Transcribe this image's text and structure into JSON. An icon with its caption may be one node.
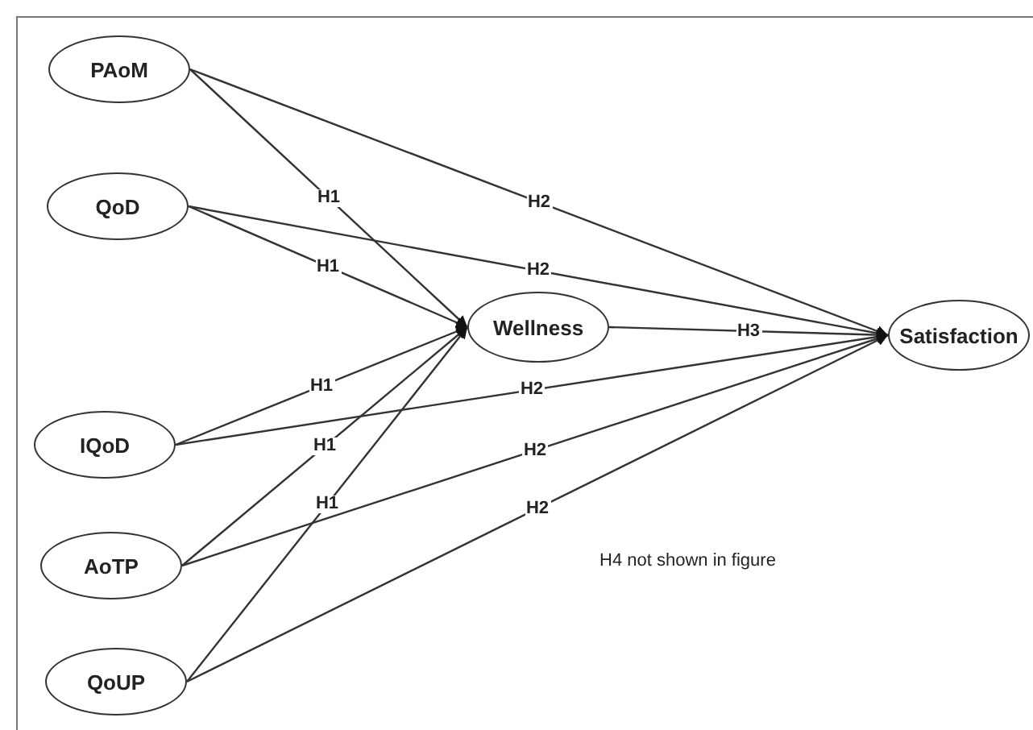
{
  "diagram": {
    "nodes": [
      {
        "text": [
          "PAoM"
        ]
      },
      {
        "text": [
          "QoD"
        ]
      },
      {
        "text": [
          "IQoD"
        ]
      },
      {
        "text": [
          "AoTP"
        ]
      },
      {
        "text": [
          "QoUP"
        ]
      },
      {
        "text": [
          "Wellness"
        ]
      },
      {
        "text": [
          "Satisfaction"
        ]
      }
    ],
    "edges": [
      {
        "from": 0,
        "to": 5,
        "arrow": "to",
        "label": "H1"
      },
      {
        "from": 0,
        "to": 6,
        "arrow": "to",
        "label": "H2"
      },
      {
        "from": 1,
        "to": 5,
        "arrow": "to",
        "label": "H1"
      },
      {
        "from": 1,
        "to": 6,
        "arrow": "to",
        "label": "H2"
      },
      {
        "from": 2,
        "to": 5,
        "arrow": "to",
        "label": "H1"
      },
      {
        "from": 2,
        "to": 6,
        "arrow": "to",
        "label": "H2"
      },
      {
        "from": 3,
        "to": 5,
        "arrow": "to",
        "label": "H1"
      },
      {
        "from": 3,
        "to": 6,
        "arrow": "to",
        "label": "H2"
      },
      {
        "from": 4,
        "to": 5,
        "arrow": "to",
        "label": "H1"
      },
      {
        "from": 4,
        "to": 6,
        "arrow": "to",
        "label": "H2"
      },
      {
        "from": 5,
        "to": 6,
        "arrow": "to",
        "label": "H3"
      }
    ],
    "labels": [
      "H4 not shown in figure"
    ]
  }
}
